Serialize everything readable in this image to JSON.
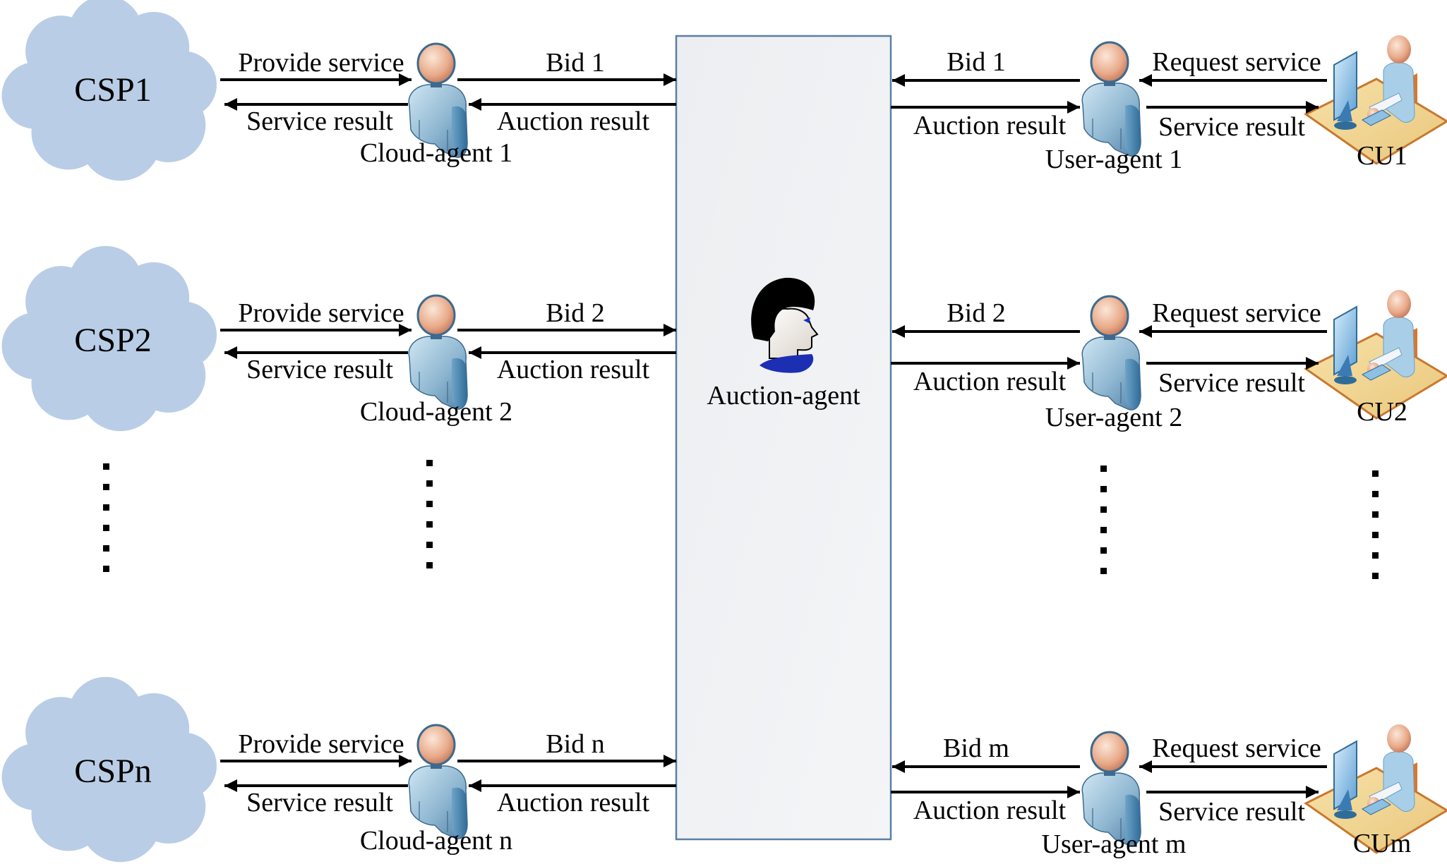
{
  "auction_agent": {
    "label": "Auction-agent"
  },
  "providers": [
    {
      "cloud": "CSP1",
      "agent": "Cloud-agent 1",
      "provide": "Provide service",
      "service_result": "Service result",
      "bid": "Bid 1",
      "auction_result": "Auction result"
    },
    {
      "cloud": "CSP2",
      "agent": "Cloud-agent 2",
      "provide": "Provide service",
      "service_result": "Service result",
      "bid": "Bid 2",
      "auction_result": "Auction result"
    },
    {
      "cloud": "CSPn",
      "agent": "Cloud-agent n",
      "provide": "Provide service",
      "service_result": "Service result",
      "bid": "Bid n",
      "auction_result": "Auction result"
    }
  ],
  "users": [
    {
      "user": "CU1",
      "agent": "User-agent 1",
      "request": "Request service",
      "service_result": "Service result",
      "bid": "Bid 1",
      "auction_result": "Auction result"
    },
    {
      "user": "CU2",
      "agent": "User-agent 2",
      "request": "Request service",
      "service_result": "Service result",
      "bid": "Bid 2",
      "auction_result": "Auction result"
    },
    {
      "user": "CUm",
      "agent": "User-agent m",
      "request": "Request service",
      "service_result": "Service result",
      "bid": "Bid m",
      "auction_result": "Auction result"
    }
  ],
  "ellipsis": {
    "dot_count": 6
  },
  "colors": {
    "cloud_fill": "#b9cde6",
    "box_fill": "#eef0f3",
    "box_border": "#5b7fa6",
    "arrow": "#000000"
  }
}
